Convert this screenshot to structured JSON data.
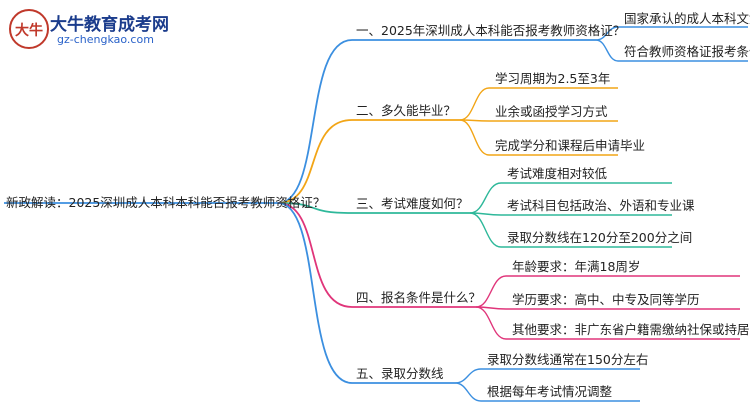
{
  "brand": {
    "title": "大牛教育成考网",
    "url": "gz-chengkao.com",
    "mark_text": "大牛",
    "colors": {
      "title": "#1b3c8c",
      "mark": "#c0392b"
    }
  },
  "root": {
    "label": "新政解读：2025深圳成人本科本科能否报考教师资格证？"
  },
  "branches": [
    {
      "label": "一、2025年深圳成人本科能否报考教师资格证？",
      "color": "#3b8fe0",
      "children": [
        "国家承认的成人本科文凭",
        "符合教师资格证报考条件"
      ]
    },
    {
      "label": "二、多久能毕业？",
      "color": "#f2a516",
      "children": [
        "学习周期为2.5至3年",
        "业余或函授学习方式",
        "完成学分和课程后申请毕业"
      ]
    },
    {
      "label": "三、考试难度如何？",
      "color": "#2eb89a",
      "children": [
        "考试难度相对较低",
        "考试科目包括政治、外语和专业课",
        "录取分数线在120分至200分之间"
      ]
    },
    {
      "label": "四、报名条件是什么？",
      "color": "#e0357a",
      "children": [
        "年龄要求：年满18周岁",
        "学历要求：高中、中专及同等学历",
        "其他要求：非广东省户籍需缴纳社保或持居住证"
      ]
    },
    {
      "label": "五、录取分数线",
      "color": "#3b8fe0",
      "children": [
        "录取分数线通常在150分左右",
        "根据每年考试情况调整"
      ]
    }
  ]
}
